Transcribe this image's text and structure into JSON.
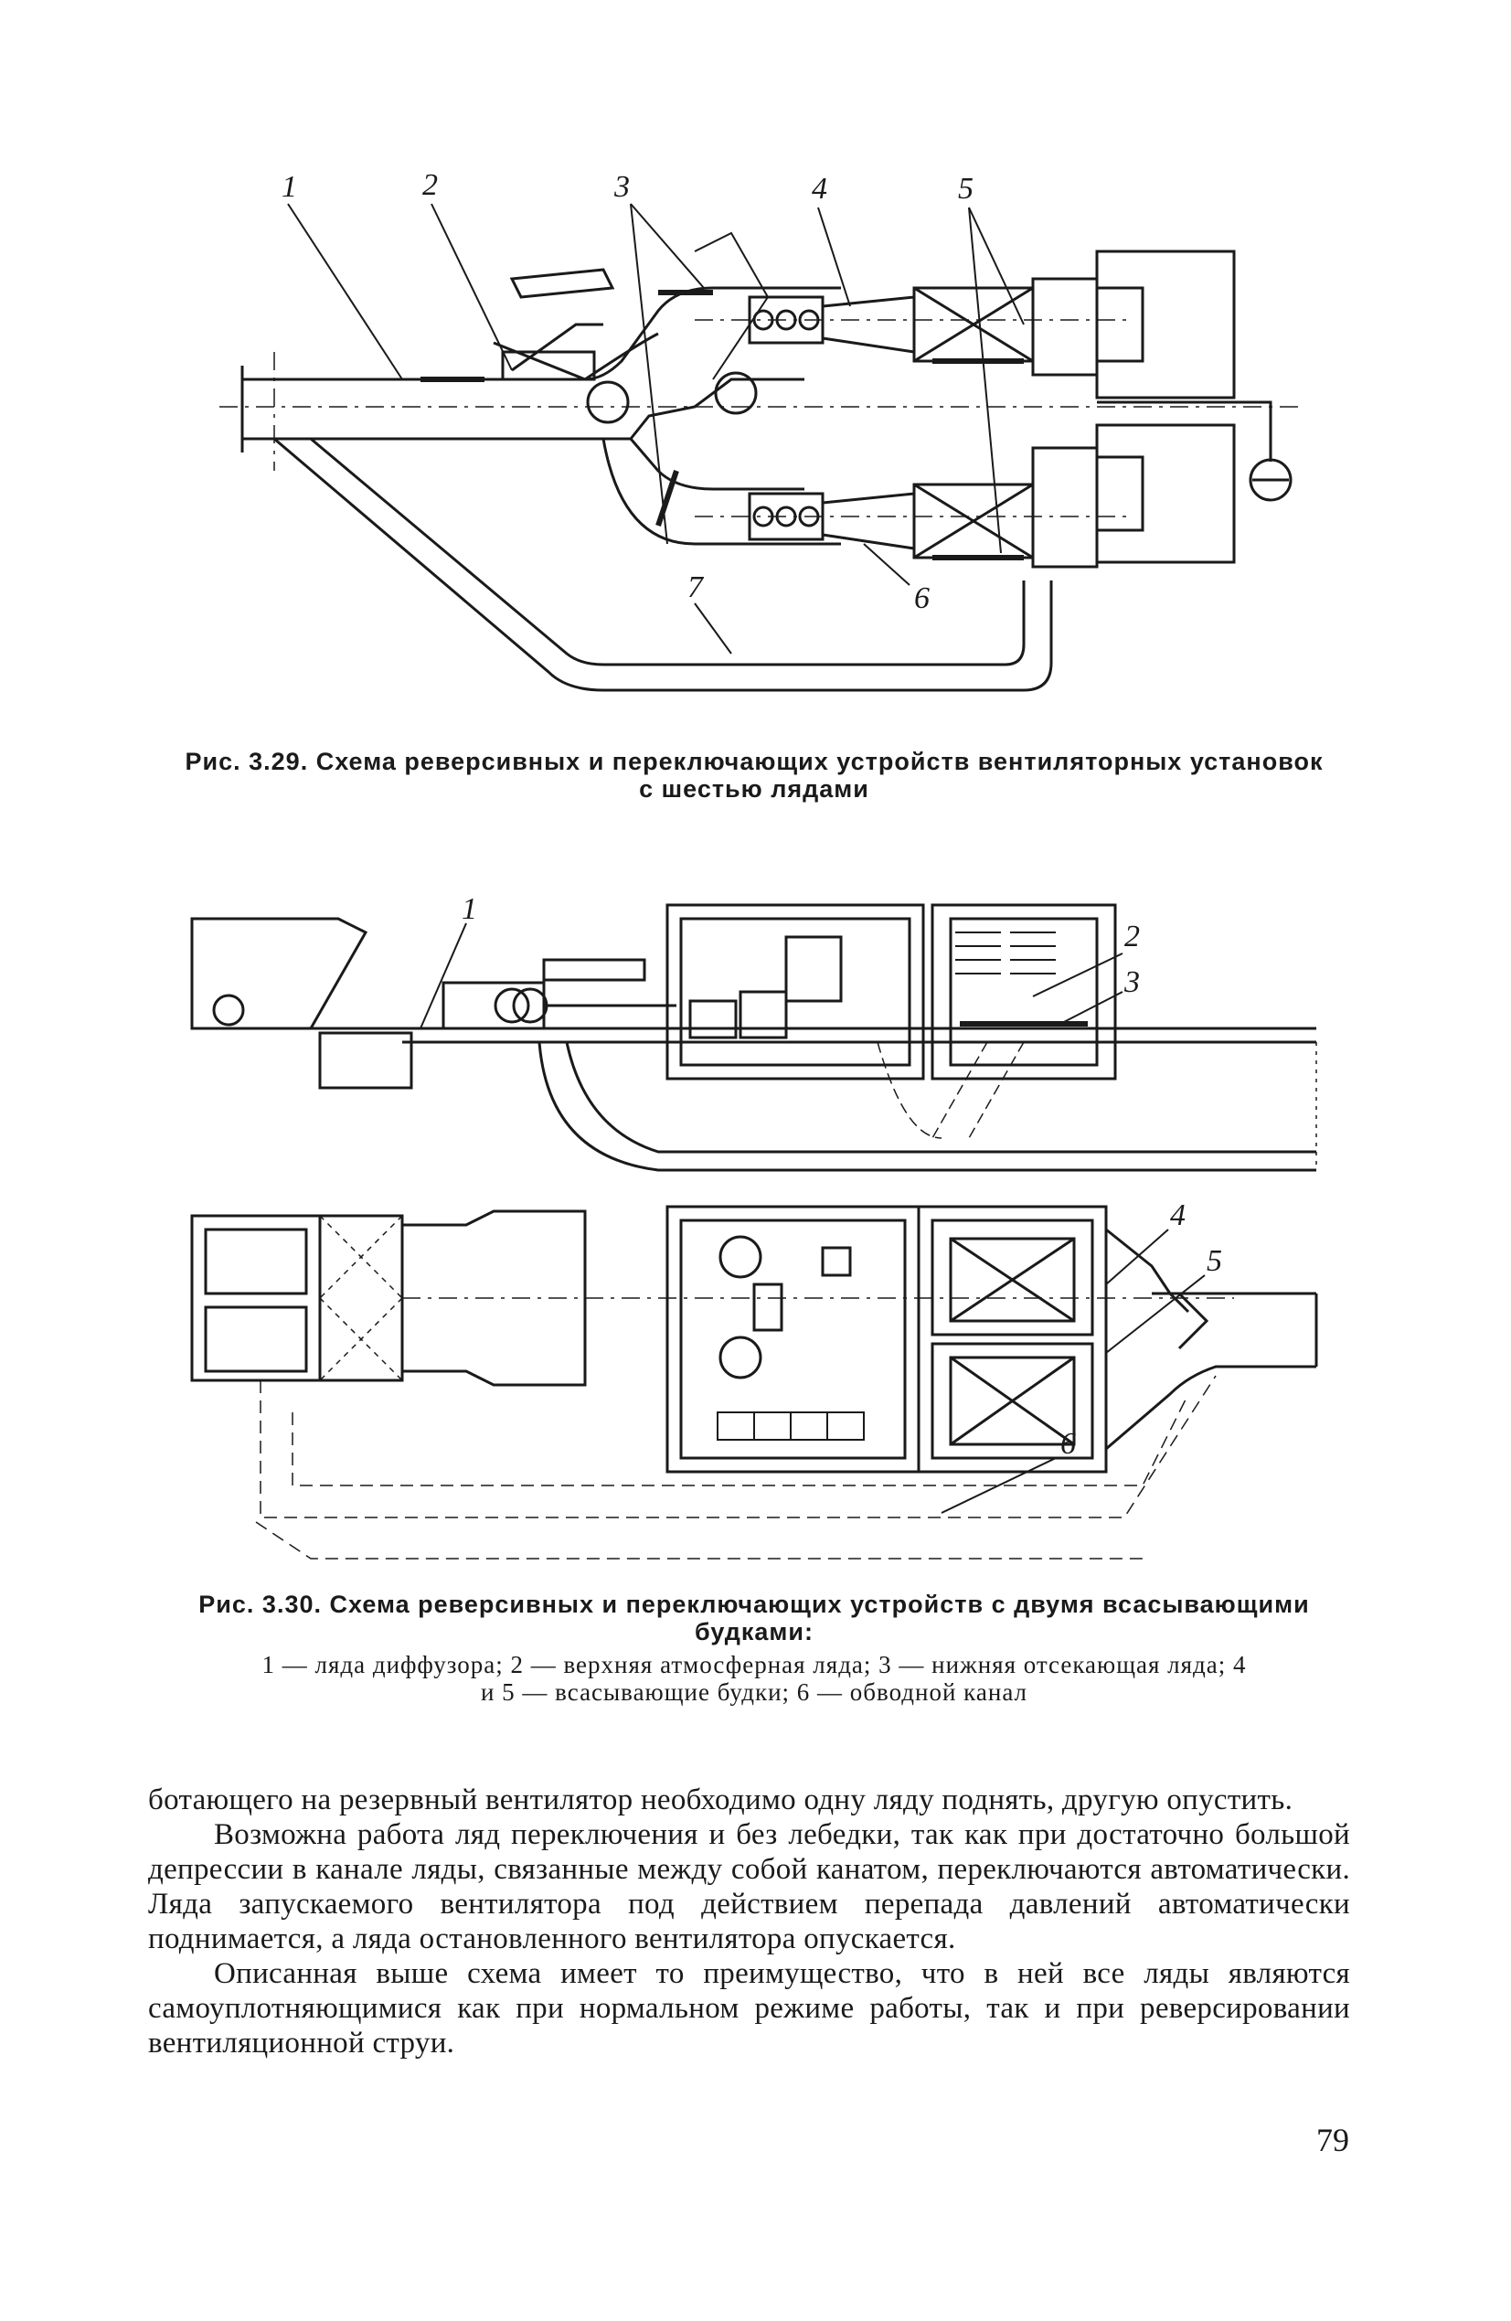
{
  "figure1": {
    "labels": [
      "1",
      "2",
      "3",
      "4",
      "5",
      "6",
      "7"
    ],
    "caption_lines": [
      "Рис. 3.29. Схема реверсивных и переключающих устройств вентиляторных установок",
      "с шестью лядами"
    ]
  },
  "figure2": {
    "top_labels": [
      "1",
      "2",
      "3"
    ],
    "bottom_labels": [
      "4",
      "5",
      "6"
    ],
    "caption_lines": [
      "Рис. 3.30. Схема реверсивных и переключающих устройств с двумя всасывающими",
      "будками:"
    ],
    "legend_lines": [
      "1 — ляда диффузора; 2 — верхняя атмосферная ляда; 3 — нижняя отсекающая ляда; 4",
      "и 5 — всасывающие будки; 6 — обводной канал"
    ]
  },
  "paragraphs": [
    "ботающего на резервный вентилятор необходимо одну ляду поднять, другую опустить.",
    "Возможна работа ляд переключения и без лебедки, так как при достаточно большой депрессии в канале ляды, связанные между собой канатом, переключаются автоматически. Ляда запускаемого вентилятора под действием перепада давлений автоматически поднимается, а ляда остановленного вентилятора опускается.",
    "Описанная выше схема имеет то преимущество, что в ней все ляды являются самоуплотняющимися как при нормальном режиме работы, так и при реверсировании вентиляционной струи."
  ],
  "page_number": "79"
}
